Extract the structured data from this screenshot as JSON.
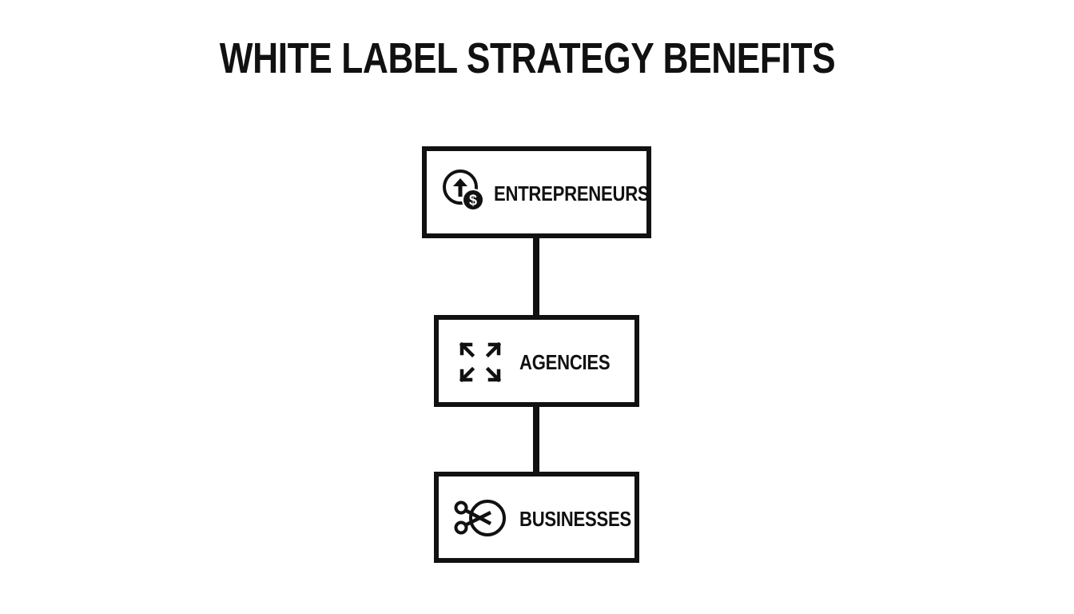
{
  "diagram": {
    "title": "WHITE LABEL STRATEGY BENEFITS",
    "nodes": [
      {
        "label": "ENTREPRENEURS",
        "icon": "growth-dollar-icon"
      },
      {
        "label": "AGENCIES",
        "icon": "expand-arrows-icon"
      },
      {
        "label": "BUSINESSES",
        "icon": "scissors-icon"
      }
    ],
    "colors": {
      "stroke": "#111111",
      "background": "#ffffff"
    }
  }
}
